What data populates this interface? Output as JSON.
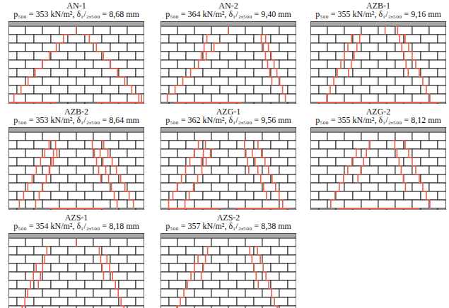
{
  "diagram": {
    "nodes": [
      {
        "text": [
          "AN-1",
          "p₅₀₀ = 353 kN/m², δ₁/₂,₅₀₀ = 8,68 mm"
        ]
      },
      {
        "text": [
          "AN-2",
          "p₅₀₀ = 364 kN/m², δ₁/₂,₅₀₀ = 9,40 mm"
        ]
      },
      {
        "text": [
          "AZB-1",
          "p₅₀₀ = 355 kN/m², δ₁/₂,₅₀₀ = 9,16 mm"
        ]
      },
      {
        "text": [
          "AZB-2",
          "p₅₀₀ = 353 kN/m², δ₁/₂,₅₀₀ = 8,64 mm"
        ]
      },
      {
        "text": [
          "AZG-1",
          "p₅₀₀ = 362 kN/m², δ₁/₂,₅₀₀ = 9,56 mm"
        ]
      },
      {
        "text": [
          "AZG-2",
          "p₅₀₀ = 355 kN/m², δ₁/₂,₅₀₀ = 8,12 mm"
        ]
      },
      {
        "text": [
          "AZS-1",
          "p₅₀₀ = 354 kN/m², δ₁/₂,₅₀₀ = 8,18 mm"
        ]
      },
      {
        "text": [
          "AZS-2",
          "p₅₀₀ = 357 kN/m², δ₁/₂,₅₀₀ = 8,38 mm"
        ]
      }
    ]
  }
}
